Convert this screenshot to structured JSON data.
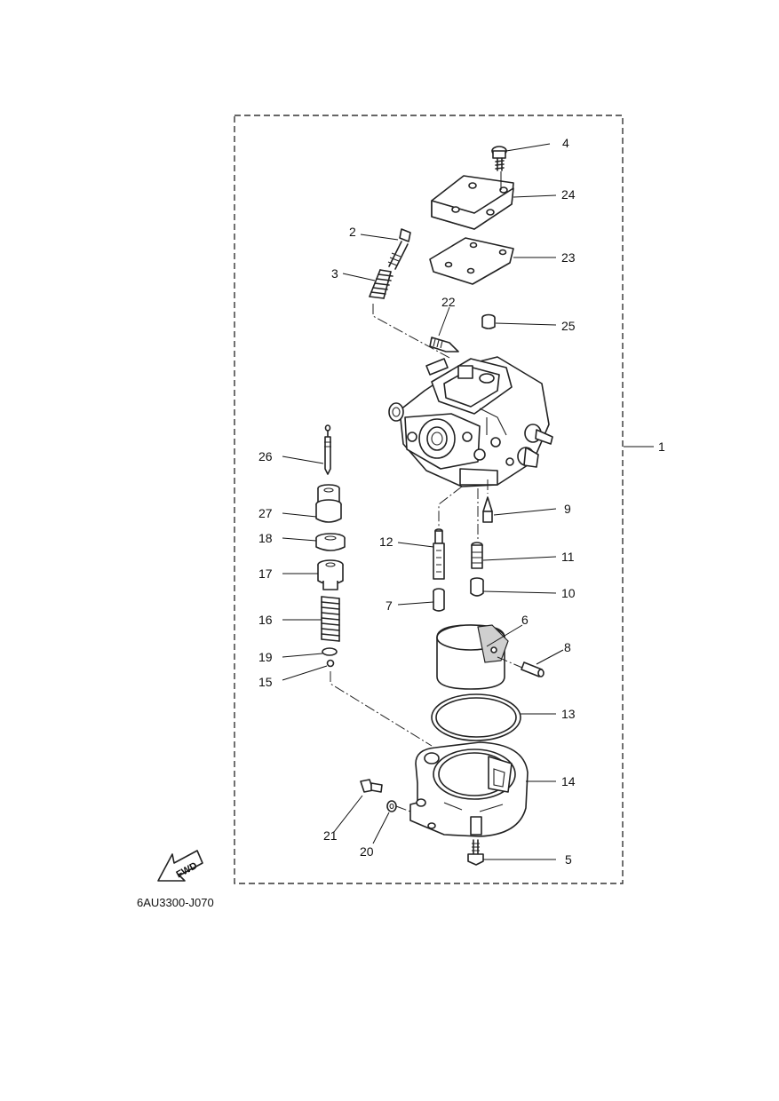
{
  "diagram": {
    "code": "6AU3300-J070",
    "fwd_label": "FWD",
    "callouts": {
      "p1": "1",
      "p2": "2",
      "p3": "3",
      "p4": "4",
      "p5": "5",
      "p6": "6",
      "p7": "7",
      "p8": "8",
      "p9": "9",
      "p10": "10",
      "p11": "11",
      "p12": "12",
      "p13": "13",
      "p14": "14",
      "p15": "15",
      "p16": "16",
      "p17": "17",
      "p18": "18",
      "p19": "19",
      "p20": "20",
      "p21": "21",
      "p22": "22",
      "p23": "23",
      "p24": "24",
      "p25": "25",
      "p26": "26",
      "p27": "27"
    }
  }
}
